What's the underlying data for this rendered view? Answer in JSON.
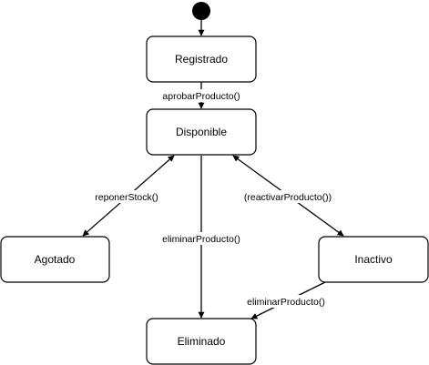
{
  "diagram": {
    "type": "state-machine",
    "colors": {
      "stroke": "#000000",
      "fill": "#ffffff",
      "initial_node": "#000000"
    },
    "states": {
      "registrado": "Registrado",
      "disponible": "Disponible",
      "agotado": "Agotado",
      "inactivo": "Inactivo",
      "eliminado": "Eliminado"
    },
    "transitions": {
      "aprobar": "aprobarProducto()",
      "reponer": "reponerStock()",
      "reactivar": "(reactivarProducto())",
      "eliminar_disponible": "eliminarProducto()",
      "eliminar_inactivo": "eliminarProducto()"
    }
  }
}
